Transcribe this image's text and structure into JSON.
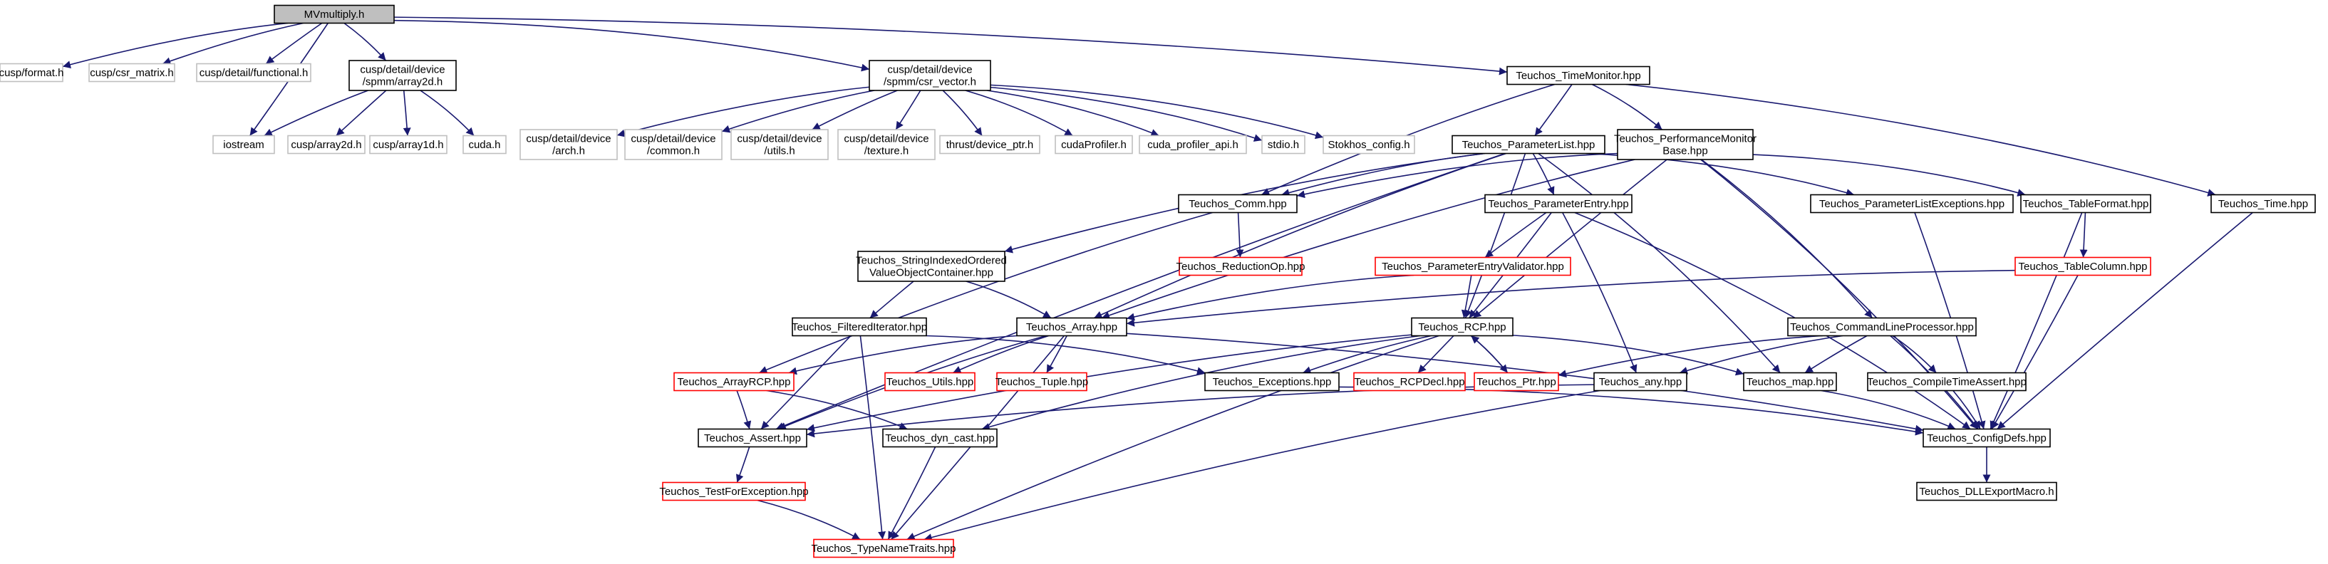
{
  "colors": {
    "edge": "#191970",
    "root_fill": "#bfbfbf",
    "border_black": "#000000",
    "border_red": "#ff0000",
    "border_gray": "#bfbfbf"
  },
  "nodes": [
    {
      "id": "mvmultiply",
      "lines": [
        "MVmultiply.h"
      ],
      "style": "root"
    },
    {
      "id": "cusp_format",
      "lines": [
        "cusp/format.h"
      ],
      "style": "gray"
    },
    {
      "id": "cusp_csr_matrix",
      "lines": [
        "cusp/csr_matrix.h"
      ],
      "style": "gray"
    },
    {
      "id": "cusp_functional",
      "lines": [
        "cusp/detail/functional.h"
      ],
      "style": "gray"
    },
    {
      "id": "cusp_array2d_dev",
      "lines": [
        "cusp/detail/device",
        "/spmm/array2d.h"
      ],
      "style": "black"
    },
    {
      "id": "cusp_csr_vector",
      "lines": [
        "cusp/detail/device",
        "/spmm/csr_vector.h"
      ],
      "style": "black"
    },
    {
      "id": "timemonitor",
      "lines": [
        "Teuchos_TimeMonitor.hpp"
      ],
      "style": "black"
    },
    {
      "id": "iostream",
      "lines": [
        "iostream"
      ],
      "style": "gray"
    },
    {
      "id": "cusp_array2d",
      "lines": [
        "cusp/array2d.h"
      ],
      "style": "gray"
    },
    {
      "id": "cusp_array1d",
      "lines": [
        "cusp/array1d.h"
      ],
      "style": "gray"
    },
    {
      "id": "cuda_h",
      "lines": [
        "cuda.h"
      ],
      "style": "gray"
    },
    {
      "id": "dev_arch",
      "lines": [
        "cusp/detail/device",
        "/arch.h"
      ],
      "style": "gray"
    },
    {
      "id": "dev_common",
      "lines": [
        "cusp/detail/device",
        "/common.h"
      ],
      "style": "gray"
    },
    {
      "id": "dev_utils",
      "lines": [
        "cusp/detail/device",
        "/utils.h"
      ],
      "style": "gray"
    },
    {
      "id": "dev_texture",
      "lines": [
        "cusp/detail/device",
        "/texture.h"
      ],
      "style": "gray"
    },
    {
      "id": "thrust_ptr",
      "lines": [
        "thrust/device_ptr.h"
      ],
      "style": "gray"
    },
    {
      "id": "cudaprofiler",
      "lines": [
        "cudaProfiler.h"
      ],
      "style": "gray"
    },
    {
      "id": "cuda_profiler_api",
      "lines": [
        "cuda_profiler_api.h"
      ],
      "style": "gray"
    },
    {
      "id": "stdio",
      "lines": [
        "stdio.h"
      ],
      "style": "gray"
    },
    {
      "id": "stokhos_config",
      "lines": [
        "Stokhos_config.h"
      ],
      "style": "gray"
    },
    {
      "id": "parameterlist",
      "lines": [
        "Teuchos_ParameterList.hpp"
      ],
      "style": "black"
    },
    {
      "id": "perfmonitor",
      "lines": [
        "Teuchos_PerformanceMonitor",
        "Base.hpp"
      ],
      "style": "black"
    },
    {
      "id": "teuchos_time",
      "lines": [
        "Teuchos_Time.hpp"
      ],
      "style": "black"
    },
    {
      "id": "comm",
      "lines": [
        "Teuchos_Comm.hpp"
      ],
      "style": "black"
    },
    {
      "id": "paramentry",
      "lines": [
        "Teuchos_ParameterEntry.hpp"
      ],
      "style": "black"
    },
    {
      "id": "paramlistexc",
      "lines": [
        "Teuchos_ParameterListExceptions.hpp"
      ],
      "style": "black"
    },
    {
      "id": "tableformat",
      "lines": [
        "Teuchos_TableFormat.hpp"
      ],
      "style": "black"
    },
    {
      "id": "strindexed",
      "lines": [
        "Teuchos_StringIndexedOrdered",
        "ValueObjectContainer.hpp"
      ],
      "style": "black"
    },
    {
      "id": "reductionop",
      "lines": [
        "Teuchos_ReductionOp.hpp"
      ],
      "style": "red"
    },
    {
      "id": "paramentryval",
      "lines": [
        "Teuchos_ParameterEntryValidator.hpp"
      ],
      "style": "red"
    },
    {
      "id": "tablecolumn",
      "lines": [
        "Teuchos_TableColumn.hpp"
      ],
      "style": "red"
    },
    {
      "id": "filterediter",
      "lines": [
        "Teuchos_FilteredIterator.hpp"
      ],
      "style": "black"
    },
    {
      "id": "array",
      "lines": [
        "Teuchos_Array.hpp"
      ],
      "style": "black"
    },
    {
      "id": "rcp",
      "lines": [
        "Teuchos_RCP.hpp"
      ],
      "style": "black"
    },
    {
      "id": "cmdline",
      "lines": [
        "Teuchos_CommandLineProcessor.hpp"
      ],
      "style": "black"
    },
    {
      "id": "arrayrcp",
      "lines": [
        "Teuchos_ArrayRCP.hpp"
      ],
      "style": "red"
    },
    {
      "id": "utils",
      "lines": [
        "Teuchos_Utils.hpp"
      ],
      "style": "red"
    },
    {
      "id": "tuple",
      "lines": [
        "Teuchos_Tuple.hpp"
      ],
      "style": "red"
    },
    {
      "id": "exceptions",
      "lines": [
        "Teuchos_Exceptions.hpp"
      ],
      "style": "black"
    },
    {
      "id": "rcpdecl",
      "lines": [
        "Teuchos_RCPDecl.hpp"
      ],
      "style": "red"
    },
    {
      "id": "ptr",
      "lines": [
        "Teuchos_Ptr.hpp"
      ],
      "style": "red"
    },
    {
      "id": "any",
      "lines": [
        "Teuchos_any.hpp"
      ],
      "style": "black"
    },
    {
      "id": "map",
      "lines": [
        "Teuchos_map.hpp"
      ],
      "style": "black"
    },
    {
      "id": "compiletimeassert",
      "lines": [
        "Teuchos_CompileTimeAssert.hpp"
      ],
      "style": "black"
    },
    {
      "id": "assert",
      "lines": [
        "Teuchos_Assert.hpp"
      ],
      "style": "black"
    },
    {
      "id": "dyncast",
      "lines": [
        "Teuchos_dyn_cast.hpp"
      ],
      "style": "black"
    },
    {
      "id": "configdefs",
      "lines": [
        "Teuchos_ConfigDefs.hpp"
      ],
      "style": "black"
    },
    {
      "id": "testforexc",
      "lines": [
        "Teuchos_TestForException.hpp"
      ],
      "style": "red"
    },
    {
      "id": "dllexport",
      "lines": [
        "Teuchos_DLLExportMacro.h"
      ],
      "style": "black"
    },
    {
      "id": "typenametraits",
      "lines": [
        "Teuchos_TypeNameTraits.hpp"
      ],
      "style": "red"
    }
  ],
  "edges": [
    [
      "mvmultiply",
      "cusp_format"
    ],
    [
      "mvmultiply",
      "cusp_csr_matrix"
    ],
    [
      "mvmultiply",
      "cusp_functional"
    ],
    [
      "mvmultiply",
      "cusp_array2d_dev"
    ],
    [
      "mvmultiply",
      "iostream"
    ],
    [
      "mvmultiply",
      "cusp_csr_vector"
    ],
    [
      "mvmultiply",
      "timemonitor"
    ],
    [
      "cusp_array2d_dev",
      "iostream"
    ],
    [
      "cusp_array2d_dev",
      "cusp_array2d"
    ],
    [
      "cusp_array2d_dev",
      "cusp_array1d"
    ],
    [
      "cusp_array2d_dev",
      "cuda_h"
    ],
    [
      "cusp_csr_vector",
      "dev_arch"
    ],
    [
      "cusp_csr_vector",
      "dev_common"
    ],
    [
      "cusp_csr_vector",
      "dev_utils"
    ],
    [
      "cusp_csr_vector",
      "dev_texture"
    ],
    [
      "cusp_csr_vector",
      "thrust_ptr"
    ],
    [
      "cusp_csr_vector",
      "cudaprofiler"
    ],
    [
      "cusp_csr_vector",
      "cuda_profiler_api"
    ],
    [
      "cusp_csr_vector",
      "stdio"
    ],
    [
      "cusp_csr_vector",
      "stokhos_config"
    ],
    [
      "timemonitor",
      "parameterlist"
    ],
    [
      "timemonitor",
      "perfmonitor"
    ],
    [
      "timemonitor",
      "teuchos_time"
    ],
    [
      "timemonitor",
      "comm"
    ],
    [
      "parameterlist",
      "comm"
    ],
    [
      "parameterlist",
      "paramentry"
    ],
    [
      "parameterlist",
      "paramlistexc"
    ],
    [
      "parameterlist",
      "strindexed"
    ],
    [
      "parameterlist",
      "array"
    ],
    [
      "parameterlist",
      "rcp"
    ],
    [
      "parameterlist",
      "map"
    ],
    [
      "parameterlist",
      "assert"
    ],
    [
      "perfmonitor",
      "comm"
    ],
    [
      "perfmonitor",
      "tableformat"
    ],
    [
      "perfmonitor",
      "cmdline"
    ],
    [
      "perfmonitor",
      "configdefs"
    ],
    [
      "perfmonitor",
      "array"
    ],
    [
      "perfmonitor",
      "rcp"
    ],
    [
      "comm",
      "reductionop"
    ],
    [
      "comm",
      "arrayrcp"
    ],
    [
      "paramentry",
      "paramentryval"
    ],
    [
      "paramentry",
      "rcp"
    ],
    [
      "paramentry",
      "any"
    ],
    [
      "paramentry",
      "configdefs"
    ],
    [
      "paramlistexc",
      "configdefs"
    ],
    [
      "tableformat",
      "tablecolumn"
    ],
    [
      "tableformat",
      "configdefs"
    ],
    [
      "teuchos_time",
      "configdefs"
    ],
    [
      "paramentryval",
      "array"
    ],
    [
      "paramentryval",
      "rcp"
    ],
    [
      "tablecolumn",
      "array"
    ],
    [
      "tablecolumn",
      "configdefs"
    ],
    [
      "strindexed",
      "filterediter"
    ],
    [
      "strindexed",
      "array"
    ],
    [
      "filterediter",
      "assert"
    ],
    [
      "filterediter",
      "exceptions"
    ],
    [
      "filterediter",
      "typenametraits"
    ],
    [
      "array",
      "arrayrcp"
    ],
    [
      "array",
      "utils"
    ],
    [
      "array",
      "tuple"
    ],
    [
      "array",
      "assert"
    ],
    [
      "array",
      "typenametraits"
    ],
    [
      "array",
      "configdefs"
    ],
    [
      "rcp",
      "ptr"
    ],
    [
      "rcp",
      "rcpdecl"
    ],
    [
      "rcp",
      "exceptions"
    ],
    [
      "rcp",
      "map"
    ],
    [
      "rcp",
      "dyncast"
    ],
    [
      "rcp",
      "typenametraits"
    ],
    [
      "rcp",
      "assert"
    ],
    [
      "ptr",
      "rcp"
    ],
    [
      "cmdline",
      "ptr"
    ],
    [
      "cmdline",
      "any"
    ],
    [
      "cmdline",
      "map"
    ],
    [
      "cmdline",
      "compiletimeassert"
    ],
    [
      "cmdline",
      "configdefs"
    ],
    [
      "arrayrcp",
      "assert"
    ],
    [
      "arrayrcp",
      "dyncast"
    ],
    [
      "exceptions",
      "configdefs"
    ],
    [
      "any",
      "assert"
    ],
    [
      "any",
      "typenametraits"
    ],
    [
      "map",
      "configdefs"
    ],
    [
      "compiletimeassert",
      "configdefs"
    ],
    [
      "assert",
      "testforexc"
    ],
    [
      "testforexc",
      "typenametraits"
    ],
    [
      "dyncast",
      "typenametraits"
    ],
    [
      "configdefs",
      "dllexport"
    ]
  ]
}
